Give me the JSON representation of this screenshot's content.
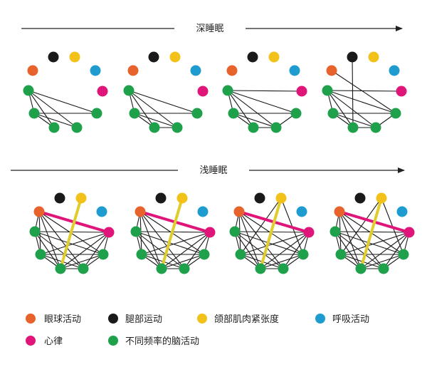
{
  "titles": {
    "deep_sleep": "深睡眠",
    "light_sleep": "浅睡眠"
  },
  "colors": {
    "eye": "#e8622c",
    "leg": "#1a1a1a",
    "chin": "#f2c21a",
    "resp": "#1e9cd0",
    "heart": "#e0157a",
    "brain": "#1ea14a",
    "edge": "#1a1a1a",
    "thick_chin": "#e0cc2a",
    "thick_eye": "#e0157a"
  },
  "legend": [
    {
      "key": "eye",
      "label": "眼球活动"
    },
    {
      "key": "leg",
      "label": "腿部运动"
    },
    {
      "key": "chin",
      "label": "颌部肌肉紧张度"
    },
    {
      "key": "resp",
      "label": "呼吸活动"
    },
    {
      "key": "heart",
      "label": "心律"
    },
    {
      "key": "brain",
      "label": "不同频率的脑活动"
    }
  ]
}
